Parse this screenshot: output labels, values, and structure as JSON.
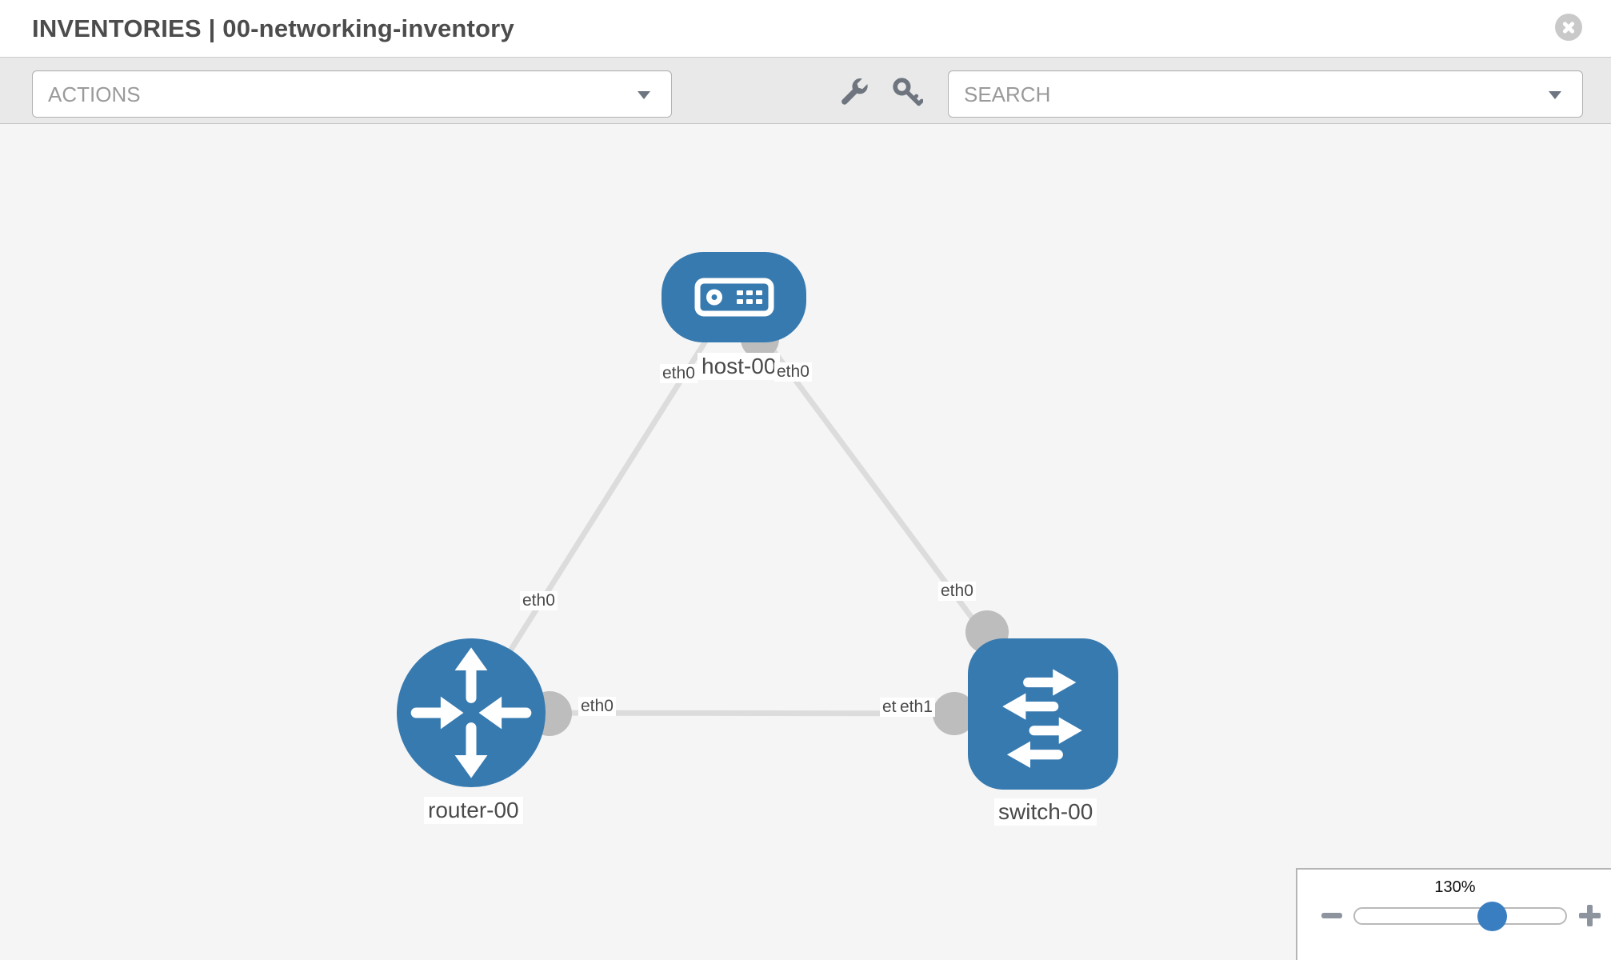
{
  "header": {
    "title": "INVENTORIES | 00-networking-inventory"
  },
  "toolbar": {
    "actions_placeholder": "ACTIONS",
    "search_placeholder": "SEARCH",
    "icons": [
      "wrench-icon",
      "key-icon"
    ]
  },
  "topology": {
    "nodes": [
      {
        "id": "host-00",
        "label": "host-00",
        "type": "host"
      },
      {
        "id": "router-00",
        "label": "router-00",
        "type": "router"
      },
      {
        "id": "switch-00",
        "label": "switch-00",
        "type": "switch"
      }
    ],
    "links": [
      {
        "from": "host-00",
        "from_iface": "eth0",
        "to": "router-00",
        "to_iface": "eth0"
      },
      {
        "from": "host-00",
        "from_iface": "eth0",
        "to": "switch-00",
        "to_iface": "eth0"
      },
      {
        "from": "router-00",
        "from_iface": "eth0",
        "to": "switch-00",
        "to_iface": "eth1"
      }
    ],
    "iface_labels": {
      "host_left": "eth0",
      "host_right": "eth0",
      "router_top": "eth0",
      "switch_top": "eth0",
      "router_mid": "eth0",
      "switch_mid_under": "eth0",
      "switch_mid_over": "eth1"
    }
  },
  "zoom_control": {
    "level": "130%"
  },
  "colors": {
    "node_blue": "#377ab0",
    "slider_thumb_blue": "#3a7ec2",
    "link_gray": "#dcdcdc",
    "port_gray": "#bdbdbd",
    "toolbar_gray": "#e9e9e9",
    "canvas_gray": "#f5f5f5",
    "icon_gray": "#6e757e",
    "text_dark": "#4c4c4c",
    "placeholder_gray": "#9a9a9a"
  }
}
